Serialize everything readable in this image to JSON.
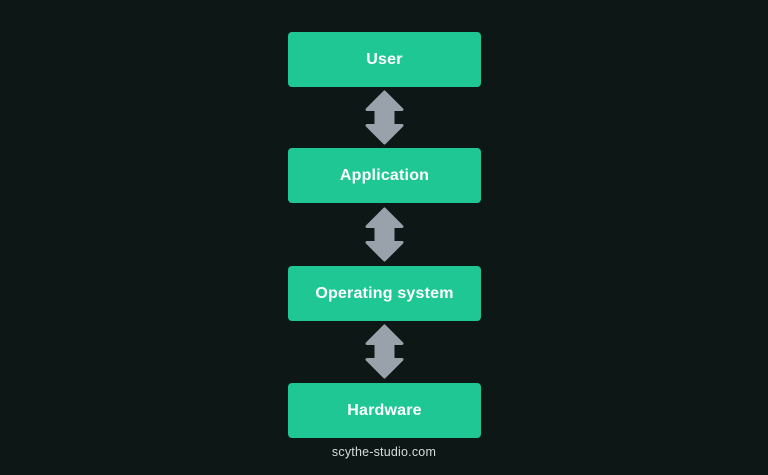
{
  "diagram": {
    "type": "layered-stack",
    "layers": [
      {
        "label": "User"
      },
      {
        "label": "Application"
      },
      {
        "label": "Operating system"
      },
      {
        "label": "Hardware"
      }
    ],
    "connectors": {
      "style": "double-headed-vertical-arrow",
      "count": 3
    },
    "colors": {
      "background": "#0d1716",
      "box": "#1fc794",
      "arrow": "#99a1ab",
      "label": "#ffffff",
      "footer_text": "#d7dbdc"
    },
    "footer": "scythe-studio.com"
  }
}
